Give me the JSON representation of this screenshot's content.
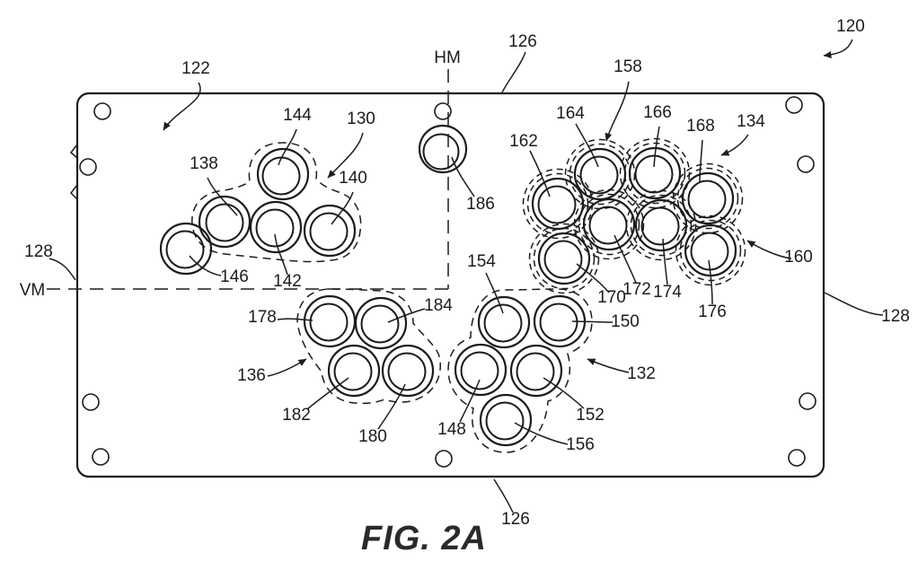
{
  "colors": {
    "ink": "#1c1c1c",
    "background": "#ffffff"
  },
  "caption": "FIG. 2A",
  "midlines": {
    "horizontal": "HM",
    "vertical": "VM"
  },
  "labels": {
    "l120": "120",
    "l122": "122",
    "l126_top": "126",
    "l126_bottom": "126",
    "l128_left": "128",
    "l128_right": "128",
    "l130": "130",
    "l132": "132",
    "l134": "134",
    "l136": "136",
    "l138": "138",
    "l140": "140",
    "l142": "142",
    "l144": "144",
    "l146": "146",
    "l148": "148",
    "l150": "150",
    "l152": "152",
    "l154": "154",
    "l156": "156",
    "l158": "158",
    "l160": "160",
    "l162": "162",
    "l164": "164",
    "l166": "166",
    "l168": "168",
    "l170": "170",
    "l172": "172",
    "l174": "174",
    "l176": "176",
    "l178": "178",
    "l180": "180",
    "l182": "182",
    "l184": "184",
    "l186": "186"
  }
}
